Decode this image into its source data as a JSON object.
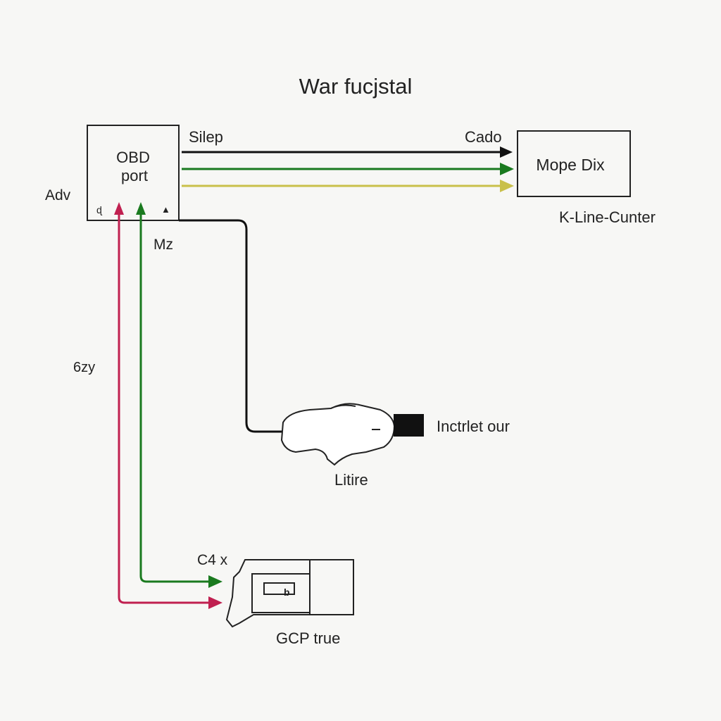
{
  "title": "War fucjstal",
  "obd_box": {
    "line1": "OBD",
    "line2": "port",
    "glyph_left": "ɖ",
    "glyph_right": "▲"
  },
  "target_box": {
    "label": "Mope Dix"
  },
  "labels": {
    "adv": "Adv",
    "silep": "Silep",
    "cado": "Cado",
    "k_line": "K-Line-Cunter",
    "mz": "Mz",
    "six_zy": "6zy",
    "inctrlet": "Inctrlet our",
    "litire": "Litire",
    "c4x": "C4 x",
    "gcp": "GCP true",
    "connector_b": "b"
  },
  "colors": {
    "black_line": "#111111",
    "green_line": "#1a7a1f",
    "yellow_line": "#c9c04a",
    "red_line": "#c02050",
    "stroke": "#222222"
  }
}
